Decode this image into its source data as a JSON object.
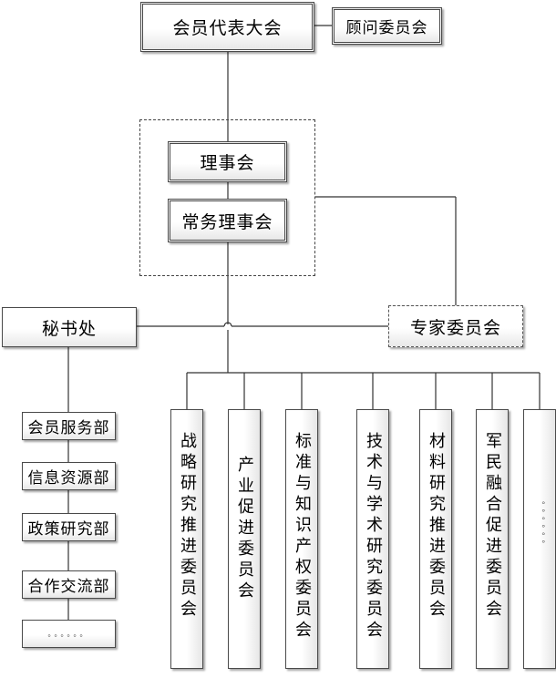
{
  "top": {
    "assembly": "会员代表大会",
    "advisory": "顾问委员会"
  },
  "council": {
    "board": "理事会",
    "standing": "常务理事会"
  },
  "secretariat": "秘书处",
  "experts": "专家委员会",
  "departments": [
    "会员服务部",
    "信息资源部",
    "政策研究部",
    "合作交流部",
    "。。。。。。"
  ],
  "committees": [
    "战略研究推进委员会",
    "产业促进委员会",
    "标准与知识产权委员会",
    "技术与学术研究委员会",
    "材料研究推进委员会",
    "军民融合促进委员会",
    "。。。。。。"
  ]
}
